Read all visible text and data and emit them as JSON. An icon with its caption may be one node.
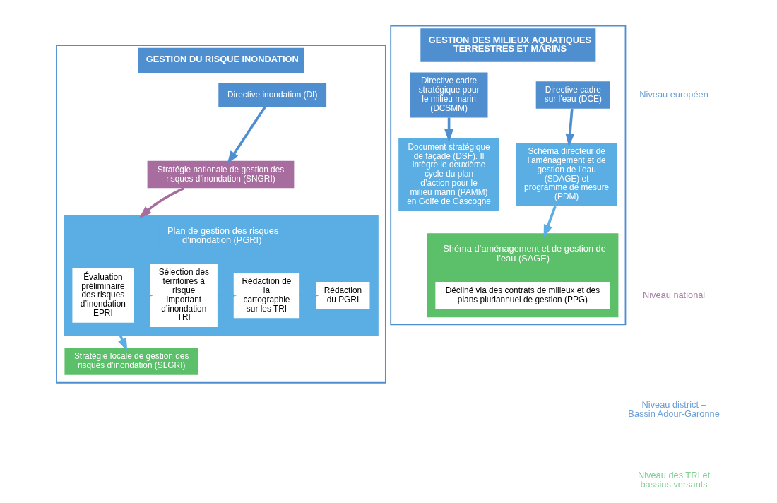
{
  "diagram": {
    "nodes": [
      {
        "text": [
          "GESTION DU RISQUE INONDATION"
        ]
      },
      {
        "text": [
          "Directive inondation (DI)"
        ],
        "in": 0
      },
      {
        "text": [
          "Stratégie nationale de gestion des risques d’inondation (SNGRI)"
        ],
        "in": 0
      },
      {
        "text": [
          "Plan de gestion des risques d’inondation (PGRI)"
        ],
        "in": 0
      },
      {
        "text": [
          "Évaluation préliminaire des risques d’inondation EPRI"
        ],
        "in": 3
      },
      {
        "text": [
          "Sélection des territoires à risque important d’inondation TRI"
        ],
        "in": 3
      },
      {
        "text": [
          "Rédaction de la cartographie sur les TRI"
        ],
        "in": 3
      },
      {
        "text": [
          "Rédaction du PGRI"
        ],
        "in": 3
      },
      {
        "text": [
          "Stratégie locale de gestion des risques d’inondation (SLGRI)"
        ],
        "in": 0
      },
      {
        "text": [
          "GESTION DES MILIEUX AQUATIQUES TERRESTRES ET MARINS"
        ]
      },
      {
        "text": [
          "Directive cadre sur l’eau (DCE)"
        ],
        "in": 9
      },
      {
        "text": [
          "Directive cadre stratégique pour le milieu marin (DCSMM)"
        ],
        "in": 9
      },
      {
        "text": [
          "Schéma directeur de l’aménagement et de gestion de l’eau (SDAGE) et programme de mesure (PDM)"
        ],
        "in": 9
      },
      {
        "text": [
          "Document stratégique de façade (DSF). Il intègre le deuxième cycle du plan d’action pour le milieu marin (PAMM) en Golfe de Gascogne"
        ],
        "in": 9
      },
      {
        "text": [
          "Shéma d’aménagement et de gestion de l’eau (SAGE)"
        ],
        "in": 9
      },
      {
        "text": [
          "Décliné via des contrats de milieux et des plans pluriannuel de gestion (PPG)"
        ],
        "in": 14
      }
    ],
    "edges": [
      {
        "from": 1,
        "to": 2,
        "arrow": "to",
        "color": "#4f8fd0"
      },
      {
        "from": 2,
        "to": 3,
        "arrow": "to",
        "color": "#a66d9e"
      },
      {
        "from": 3,
        "to": 8,
        "arrow": "to"
      },
      {
        "from": 4,
        "to": 5,
        "arrow": "to"
      },
      {
        "from": 5,
        "to": 6,
        "arrow": "to"
      },
      {
        "from": 6,
        "to": 7,
        "arrow": "to"
      },
      {
        "from": 10,
        "to": 12,
        "arrow": "to",
        "color": "#4f8fd0"
      },
      {
        "from": 11,
        "to": 13,
        "arrow": "to",
        "color": "#4f8fd0"
      },
      {
        "from": 12,
        "to": 14,
        "arrow": "to"
      }
    ],
    "labels": [
      "Niveau européen",
      "Niveau national",
      "Niveau district – Bassin Adour-Garonne",
      "Niveau des TRI et bassins versants"
    ]
  }
}
